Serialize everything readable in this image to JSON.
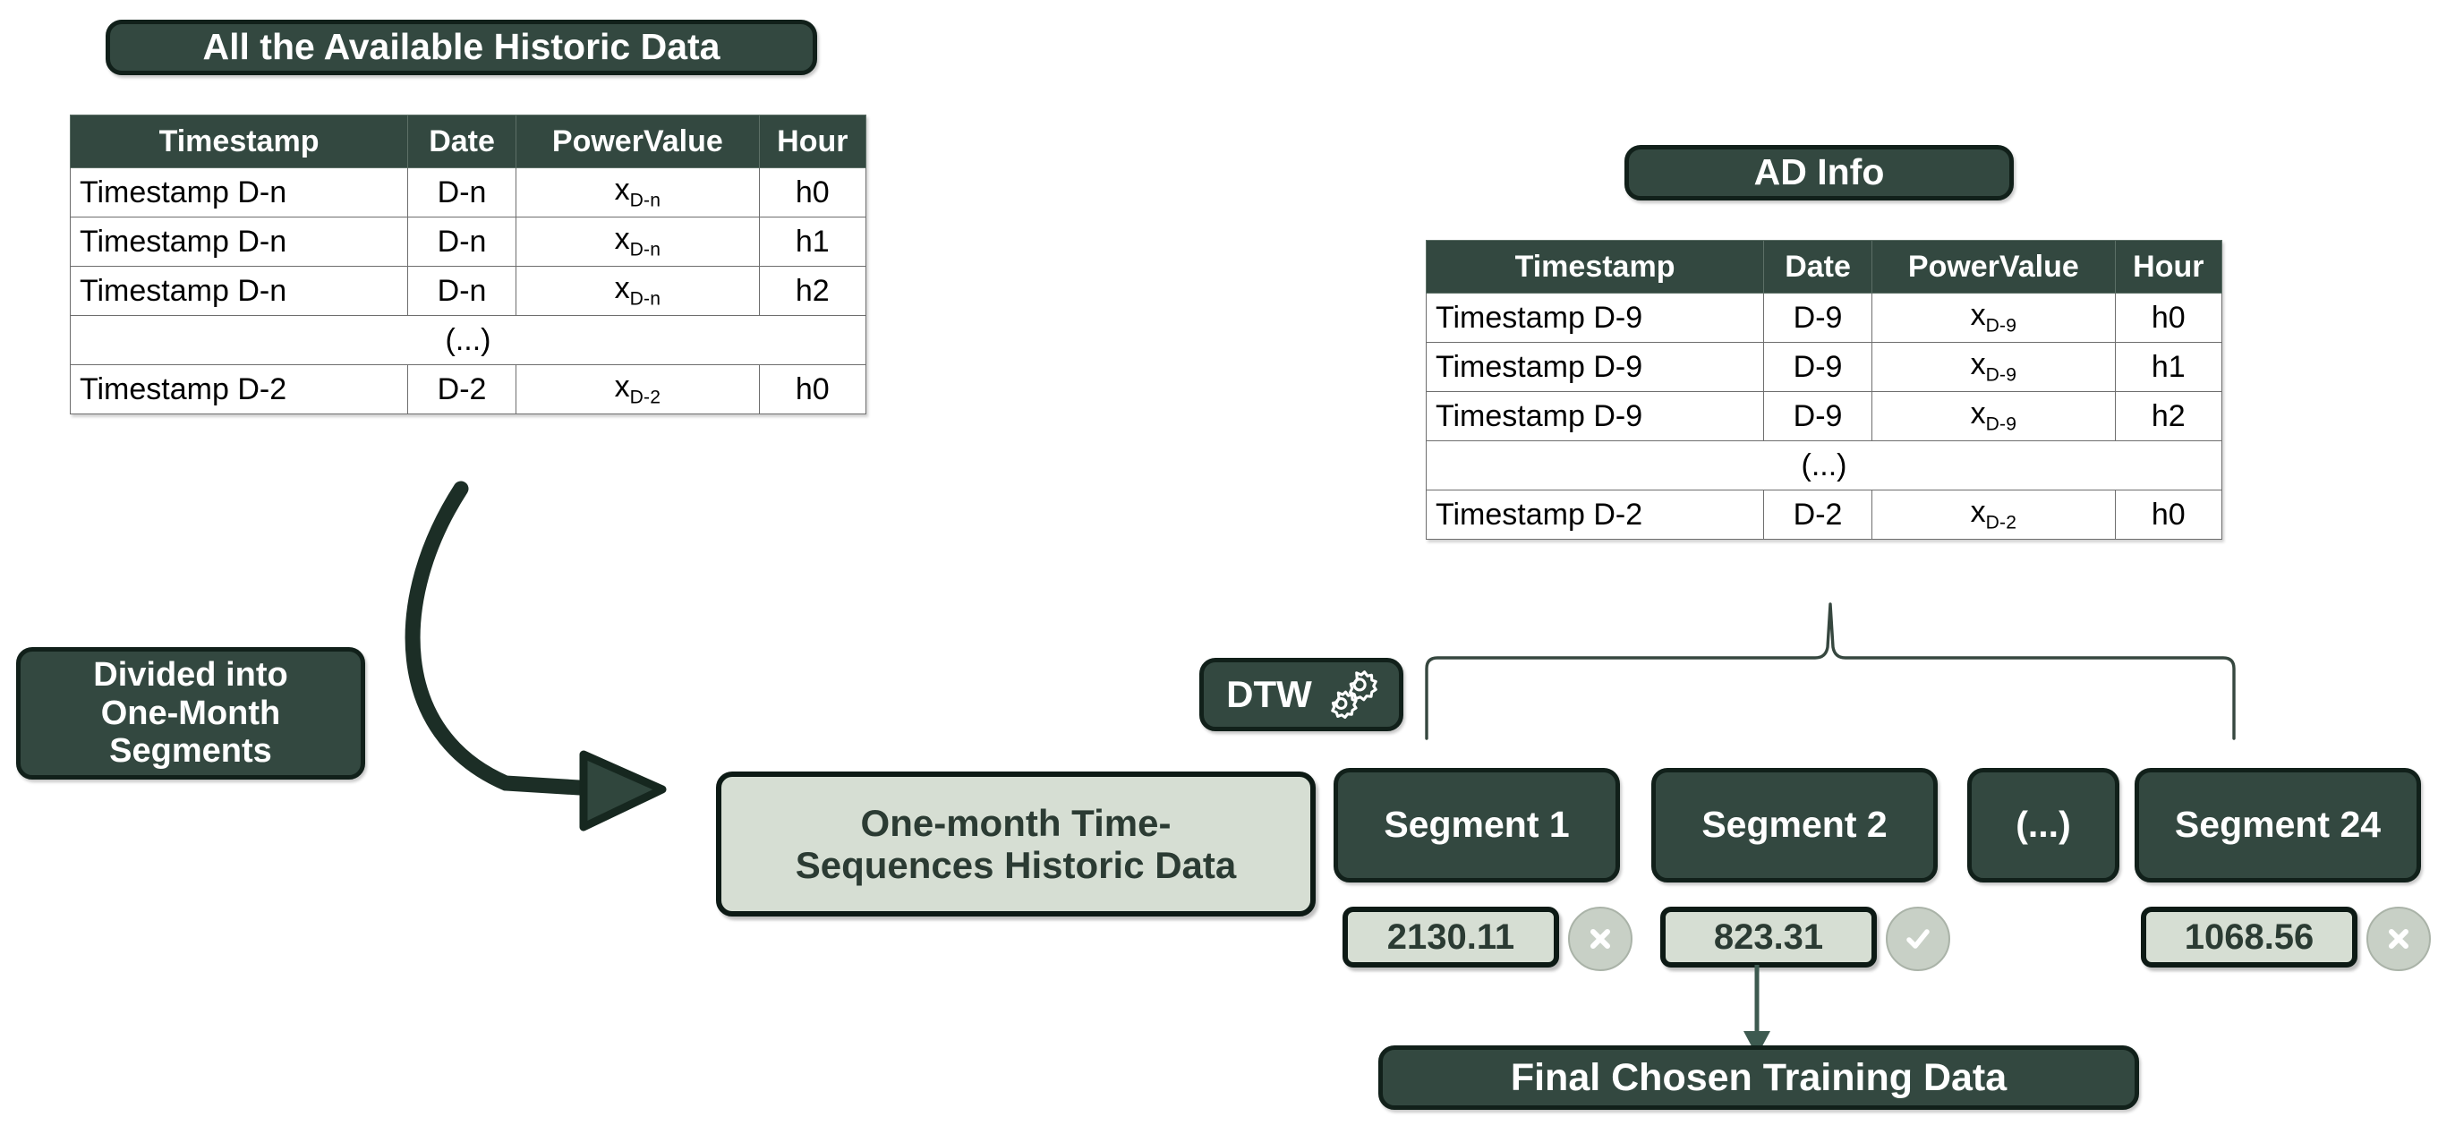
{
  "diagram": {
    "title_historic": "All the Available Historic Data",
    "title_ad": "AD Info",
    "divided_label": "Divided into\nOne-Month\nSegments",
    "dtw_label": "DTW",
    "onemonth_label": "One-month Time-\nSequences Historic Data",
    "final_label": "Final Chosen Training Data",
    "ellipsis": "(...)"
  },
  "colors": {
    "dark_green": "#334840",
    "outline": "#11201a",
    "light_box": "#d6ded3",
    "circle_fill": "#c8d0c6",
    "arrow": "#1c2e26",
    "final_arrow": "#3d5a50"
  },
  "historic_table": {
    "columns": [
      "Timestamp",
      "Date",
      "PowerValue",
      "Hour"
    ],
    "rows": [
      {
        "timestamp": "Timestamp D-n",
        "date": "D-n",
        "power_base": "x",
        "power_sub": "D-n",
        "hour": "h0"
      },
      {
        "timestamp": "Timestamp D-n",
        "date": "D-n",
        "power_base": "x",
        "power_sub": "D-n",
        "hour": "h1"
      },
      {
        "timestamp": "Timestamp D-n",
        "date": "D-n",
        "power_base": "x",
        "power_sub": "D-n",
        "hour": "h2"
      },
      {
        "ellipsis": "(...)"
      },
      {
        "timestamp": "Timestamp D-2",
        "date": "D-2",
        "power_base": "x",
        "power_sub": "D-2",
        "hour": "h0"
      }
    ]
  },
  "ad_table": {
    "columns": [
      "Timestamp",
      "Date",
      "PowerValue",
      "Hour"
    ],
    "rows": [
      {
        "timestamp": "Timestamp D-9",
        "date": "D-9",
        "power_base": "x",
        "power_sub": "D-9",
        "hour": "h0"
      },
      {
        "timestamp": "Timestamp D-9",
        "date": "D-9",
        "power_base": "x",
        "power_sub": "D-9",
        "hour": "h1"
      },
      {
        "timestamp": "Timestamp D-9",
        "date": "D-9",
        "power_base": "x",
        "power_sub": "D-9",
        "hour": "h2"
      },
      {
        "ellipsis": "(...)"
      },
      {
        "timestamp": "Timestamp D-2",
        "date": "D-2",
        "power_base": "x",
        "power_sub": "D-2",
        "hour": "h0"
      }
    ]
  },
  "segments": [
    {
      "label": "Segment 1",
      "value": "2130.11",
      "status": "rejected",
      "status_icon": "x-circle-icon"
    },
    {
      "label": "Segment 2",
      "value": "823.31",
      "status": "selected",
      "status_icon": "check-circle-icon"
    },
    {
      "label": "(...)",
      "value": null,
      "status": "none",
      "status_icon": null
    },
    {
      "label": "Segment 24",
      "value": "1068.56",
      "status": "rejected",
      "status_icon": "x-circle-icon"
    }
  ]
}
